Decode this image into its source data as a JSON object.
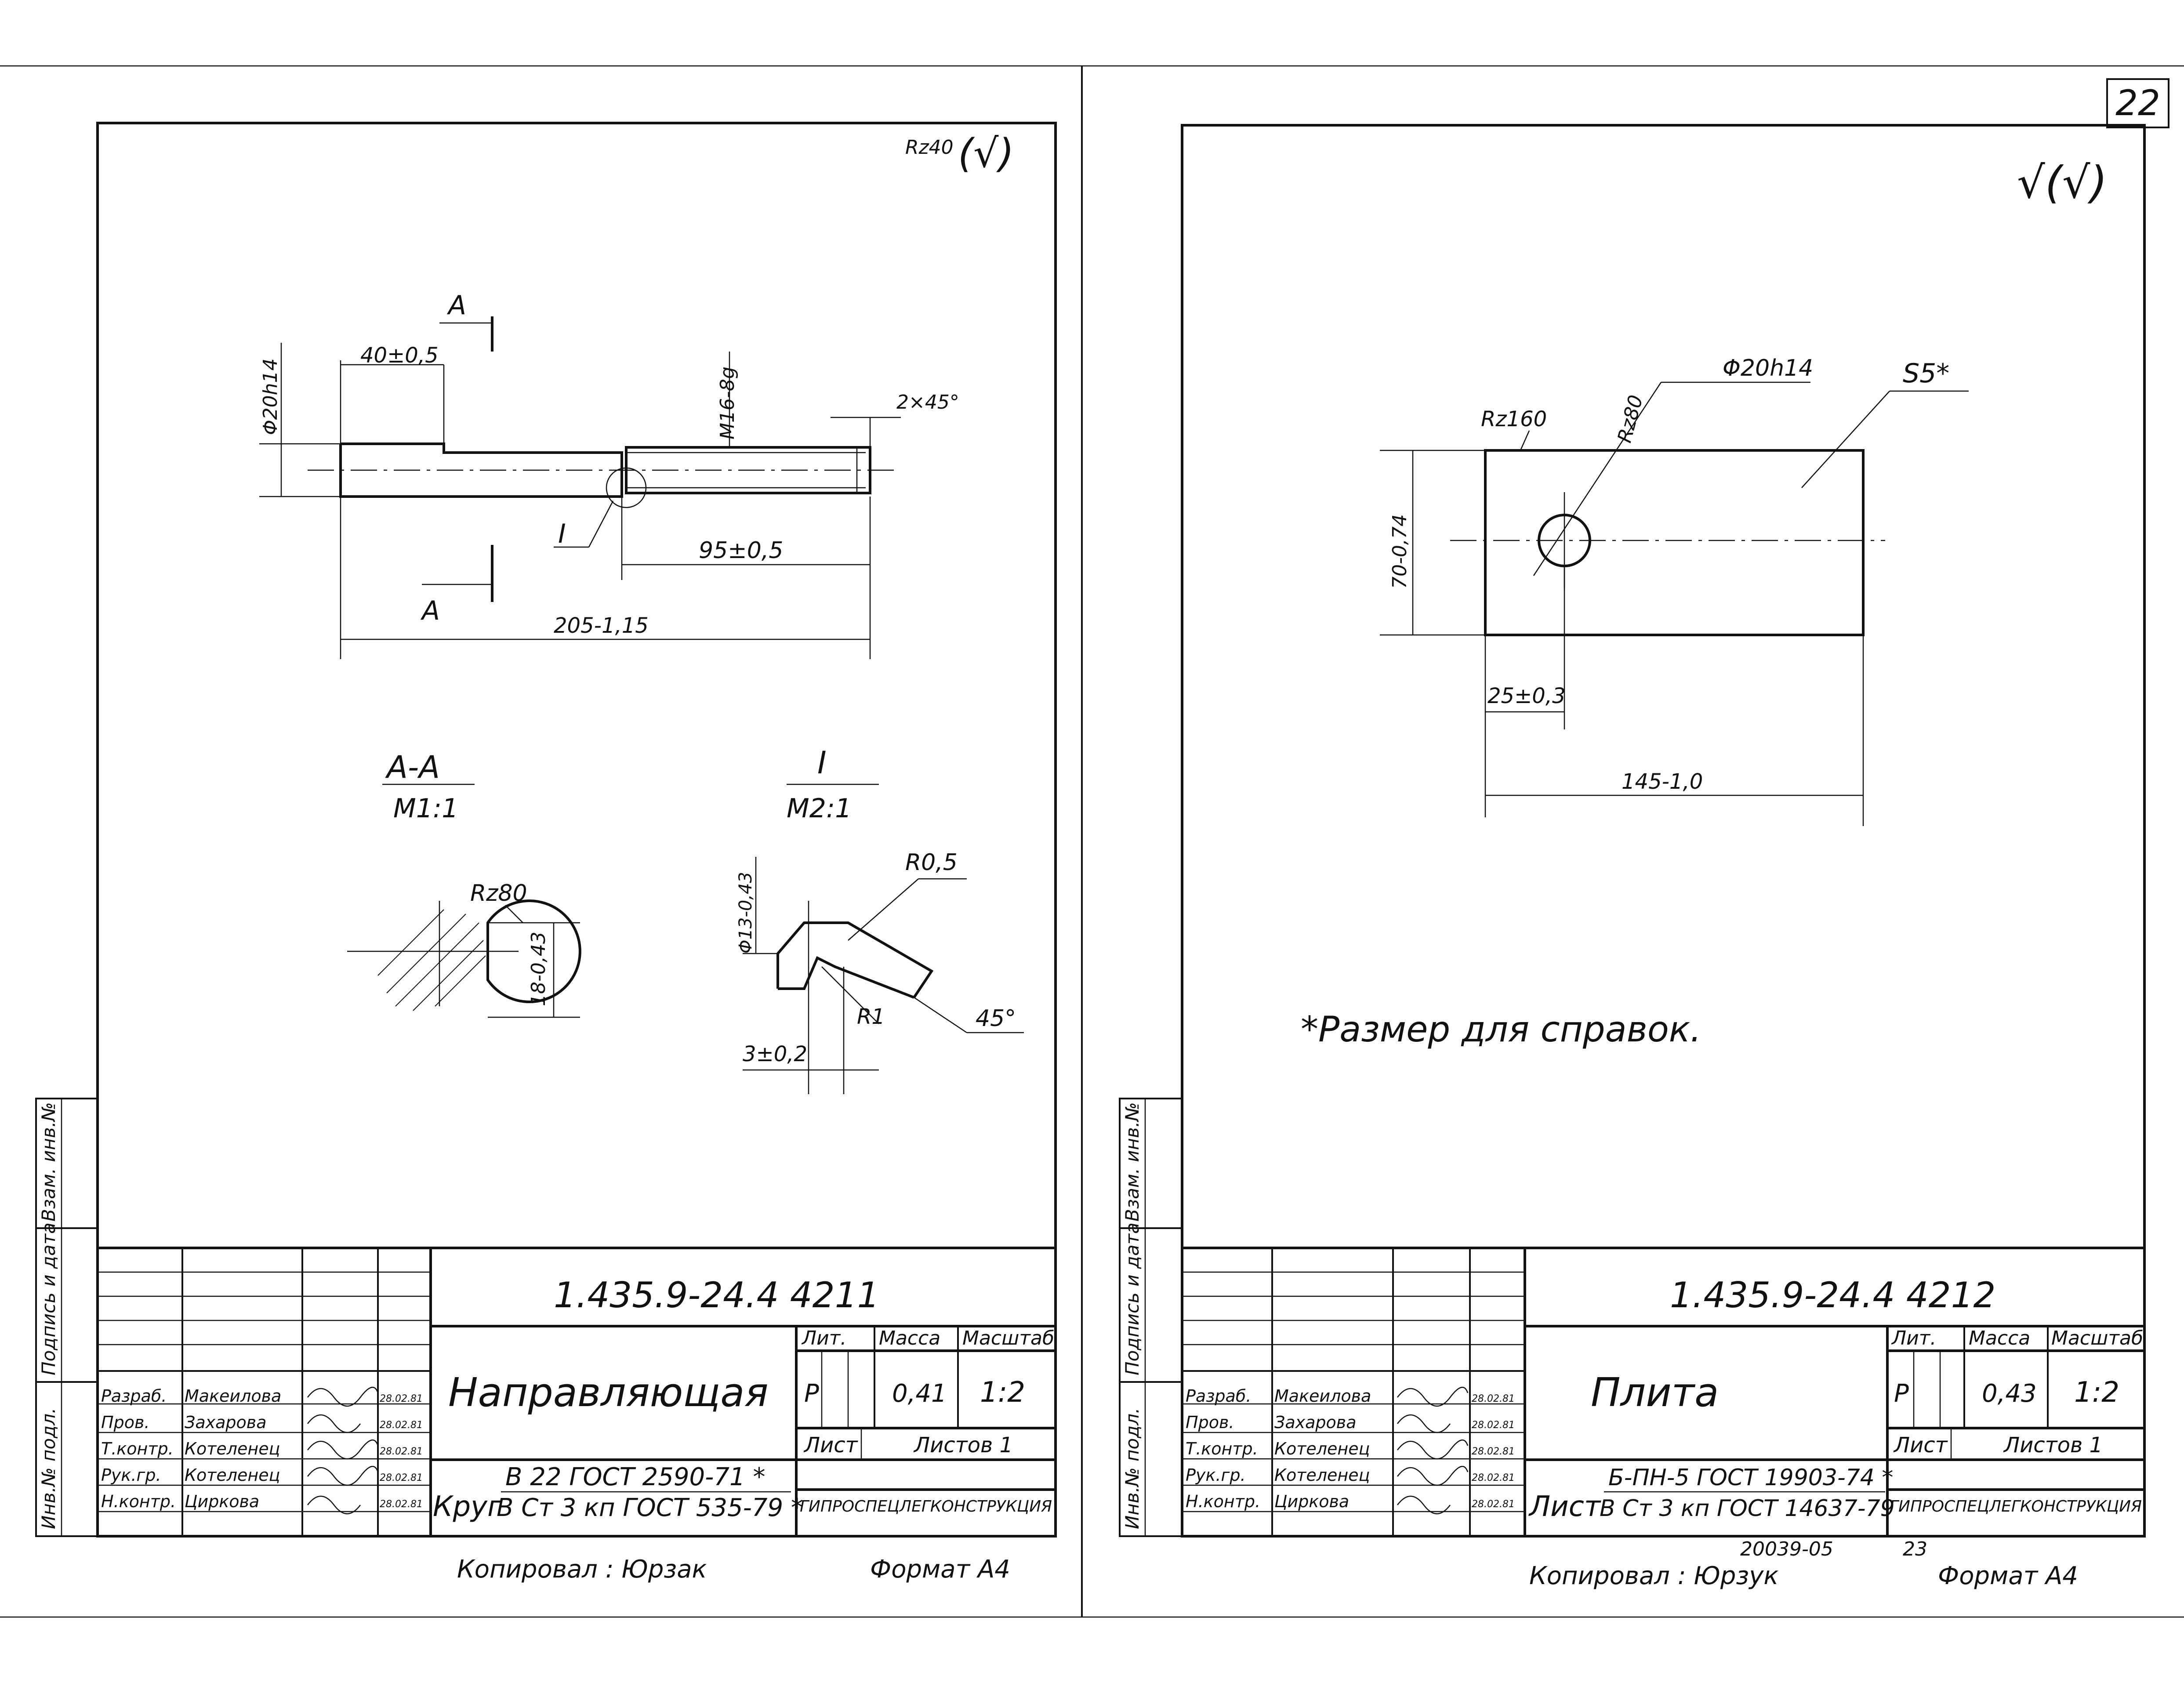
{
  "sheet_number": "22",
  "left_sheet": {
    "surface_mark": "Rz40",
    "surface_mark_suffix": "(√)",
    "dims": {
      "diameter": "Φ20h14",
      "length_40": "40±0,5",
      "thread": "M16-8g",
      "chamfer": "2×45°",
      "length_95": "95±0,5",
      "length_205": "205-1,15",
      "section_letter": "A",
      "detail_letter": "I"
    },
    "section_aa": {
      "title": "A-A",
      "scale": "M1:1",
      "rz": "Rz80",
      "dim": "18-0,43"
    },
    "detail_i": {
      "title": "I",
      "scale": "M2:1",
      "radius": "R0,5",
      "radius2": "R1",
      "dia": "Φ13-0,43",
      "angle": "45°",
      "width": "3±0,2"
    },
    "title_block": {
      "code": "1.435.9-24.4  4211",
      "name": "Направляющая",
      "material_prefix": "Круг",
      "material_line1": "В 22 ГОСТ 2590-71 *",
      "material_line2": "В Ст 3 кп ГОСТ 535-79 *",
      "lit_header": "Лит.",
      "mass_header": "Масса",
      "scale_header": "Масштаб",
      "lit_value": "Р",
      "mass_value": "0,41",
      "scale_value": "1:2",
      "sheet_label": "Лист",
      "sheets_label": "Листов 1",
      "organization": "ГИПРОСПЕЦЛЕГКОНСТРУКЦИЯ",
      "roles": [
        "Разраб.",
        "Пров.",
        "Т.контр.",
        "Рук.гр.",
        "Н.контр."
      ],
      "names": [
        "Макеилова",
        "Захарова",
        "Котеленец",
        "Котеленец",
        "Циркова"
      ],
      "dates": [
        "28.02.81",
        "28.02.81",
        "28.02.81",
        "28.02.81",
        "28.02.81"
      ]
    },
    "side_labels": [
      "Взам. инв.№",
      "Подпись и дата",
      "Инв.№ подл."
    ],
    "copied_by": "Копировал : Юрзак",
    "format": "Формат А4"
  },
  "right_sheet": {
    "surface_mark": "√(√)",
    "dims": {
      "rz160": "Rz160",
      "rz80": "Rz80",
      "hole": "Φ20h14",
      "thickness": "S5*",
      "height": "70-0,74",
      "offset": "25±0,3",
      "length": "145-1,0"
    },
    "note": "*Размер для справок.",
    "title_block": {
      "code": "1.435.9-24.4  4212",
      "name": "Плита",
      "material_prefix": "Лист",
      "material_line1": "Б-ПН-5 ГОСТ 19903-74 *",
      "material_line2": "В Ст 3 кп ГОСТ 14637-79",
      "lit_header": "Лит.",
      "mass_header": "Масса",
      "scale_header": "Масштаб",
      "lit_value": "Р",
      "mass_value": "0,43",
      "scale_value": "1:2",
      "sheet_label": "Лист",
      "sheets_label": "Листов 1",
      "organization": "ГИПРОСПЕЦЛЕГКОНСТРУКЦИЯ",
      "roles": [
        "Разраб.",
        "Пров.",
        "Т.контр.",
        "Рук.гр.",
        "Н.контр."
      ],
      "names": [
        "Макеилова",
        "Захарова",
        "Котеленец",
        "Котеленец",
        "Циркова"
      ],
      "dates": [
        "28.02.81",
        "28.02.81",
        "28.02.81",
        "28.02.81",
        "28.02.81"
      ]
    },
    "side_labels": [
      "Взам. инв.№",
      "Подпись и дата",
      "Инв.№ подл."
    ],
    "copied_by": "Копировал : Юрзук",
    "stamp": "20039-05",
    "page_small": "23",
    "format": "Формат А4"
  }
}
